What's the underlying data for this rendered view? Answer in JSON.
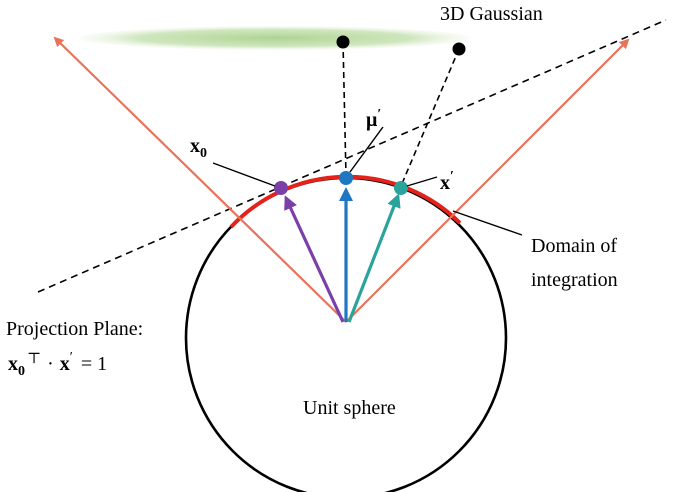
{
  "labels": {
    "gaussian": "3D Gaussian",
    "mu": "μ",
    "prime": "′",
    "x0_base": "x",
    "x0_sub": "0",
    "x_prime_base": "x",
    "domain_line1": "Domain of",
    "domain_line2": "integration",
    "plane_title": "Projection Plane:",
    "plane_eq_x0": "x",
    "plane_eq_sub": "0",
    "plane_eq_T": "⊤",
    "plane_eq_dot": "·",
    "plane_eq_x": "x",
    "plane_eq_rest": "= 1",
    "sphere": "Unit sphere"
  },
  "colors": {
    "gaussian_fill": "#b9d9a0",
    "cone_ray": "#e8735a",
    "domain_arc": "#e3231b",
    "vec_x0": "#7b3fa8",
    "vec_mu": "#1f77c4",
    "vec_x": "#2aa39a",
    "line": "#000000"
  }
}
